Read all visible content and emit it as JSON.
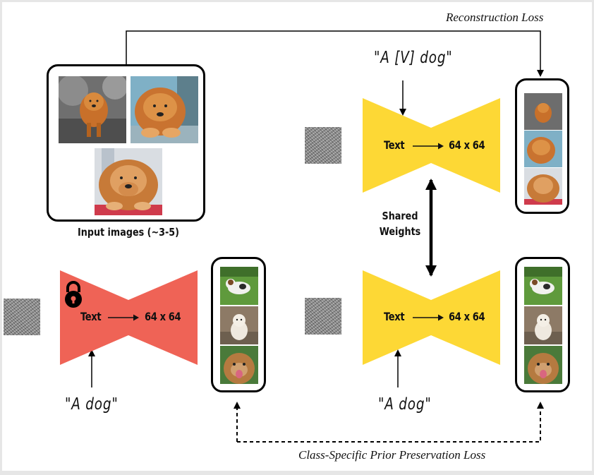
{
  "losses": {
    "reconstruction": "Reconstruction Loss",
    "prior_preservation": "Class-Specific Prior Preservation Loss"
  },
  "input": {
    "caption": "Input images (~3-5)"
  },
  "prompts": {
    "instance": "\"A [V] dog\"",
    "class_left": "\"A dog\"",
    "class_right": "\"A dog\""
  },
  "networks": {
    "text_label": "Text",
    "output_label": "64 x 64",
    "shared_weights": "Shared Weights"
  },
  "colors": {
    "trainable_model": "#FDD835",
    "frozen_model": "#EF6356",
    "lock_icon": "#000000"
  },
  "icons": {
    "frozen": "lock-icon"
  }
}
